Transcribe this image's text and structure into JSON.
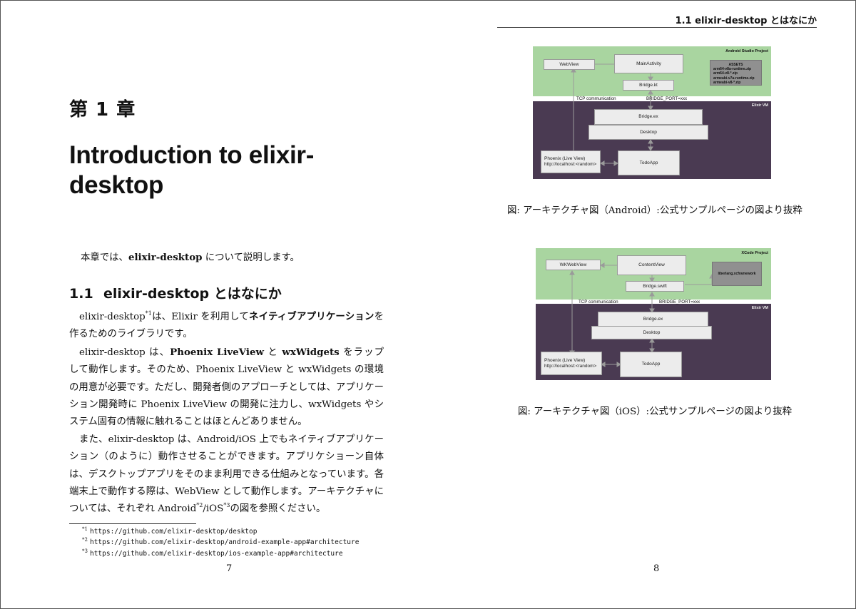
{
  "left_page": {
    "chapter_number": "第 1 章",
    "chapter_title": "Introduction to elixir-desktop",
    "intro": {
      "before": "本章では、",
      "bold": "elixir-desktop",
      "after": " について説明します。"
    },
    "section": {
      "number": "1.1",
      "title": "elixir-desktop とはなにか"
    },
    "paragraphs": {
      "p1": {
        "a": "elixir-desktop",
        "ref": "*1",
        "b": "は、Elixir を利用して",
        "bold": "ネイティブアプリケーション",
        "c": "を作るためのライブラリです。"
      },
      "p2": {
        "a": "elixir-desktop は、",
        "bold1": "Phoenix LiveView",
        "b": " と ",
        "bold2": "wxWidgets",
        "c": " をラップして動作します。そのため、Phoenix LiveView と wxWidgets の環境の用意が必要です。ただし、開発者側のアプローチとしては、アプリケーション開発時に Phoenix LiveView の開発に注力し、wxWidgets やシステム固有の情報に触れることはほとんどありません。"
      },
      "p3": {
        "a": "また、elixir-desktop は、Android/iOS 上でもネイティブアプリケーション（のように）動作させることができます。アプリケショーン自体は、デスクトップアプリをそのまま利用できる仕組みとなっています。各端末上で動作する際は、WebView として動作します。アーキテクチャについては、それぞれ Android",
        "ref2": "*2",
        "b": "/iOS",
        "ref3": "*3",
        "c": "の図を参照ください。"
      }
    },
    "footnotes": [
      {
        "mark": "*1",
        "url": "https://github.com/elixir-desktop/desktop"
      },
      {
        "mark": "*2",
        "url": "https://github.com/elixir-desktop/android-example-app#architecture"
      },
      {
        "mark": "*3",
        "url": "https://github.com/elixir-desktop/ios-example-app#architecture"
      }
    ],
    "page_number": "7"
  },
  "right_page": {
    "running_head": "1.1 elixir-desktop とはなにか",
    "page_number": "8",
    "figure_android": {
      "caption": "図: アーキテクチャ図（Android）:公式サンプルページの図より抜粋",
      "project_label": "Android Studio Project",
      "vm_label": "Elixir VM",
      "webview": "WebView",
      "main": "MainActivity",
      "bridge_native": "Bridge.kt",
      "assets_title": "ASSETS",
      "assets": [
        "arm64-v8a-runtime.zip",
        "arm64-v8-*.zip",
        "armeabi-v7a-runtime.zip",
        "armeabi-v8-*.zip"
      ],
      "tcp": "TCP communication",
      "port": "BRIDGE_PORT=xxx",
      "bridge_ex": "Bridge.ex",
      "desktop": "Desktop",
      "phoenix_1": "Phoenix (Live View)",
      "phoenix_2": "http://localhost:<random>",
      "todo": "TodoApp",
      "colors": {
        "project_bg": "#a9d5a0",
        "vm_bg": "#4a3a52",
        "box_bg": "#ececec"
      }
    },
    "figure_ios": {
      "caption": "図: アーキテクチャ図（iOS）:公式サンプルページの図より抜粋",
      "project_label": "XCode Project",
      "vm_label": "Elixir VM",
      "webview": "WKWebView",
      "main": "ContentView",
      "bridge_native": "Bridge.swift",
      "framework": "liberlang.xcframework",
      "tcp": "TCP communication",
      "port": "BRIDGE_PORT=xxx",
      "bridge_ex": "Bridge.ex",
      "desktop": "Desktop",
      "phoenix_1": "Phoenix (Live View)",
      "phoenix_2": "http://localhost:<random>",
      "todo": "TodoApp",
      "colors": {
        "project_bg": "#a9d5a0",
        "vm_bg": "#4a3a52",
        "box_bg": "#ececec"
      }
    }
  }
}
